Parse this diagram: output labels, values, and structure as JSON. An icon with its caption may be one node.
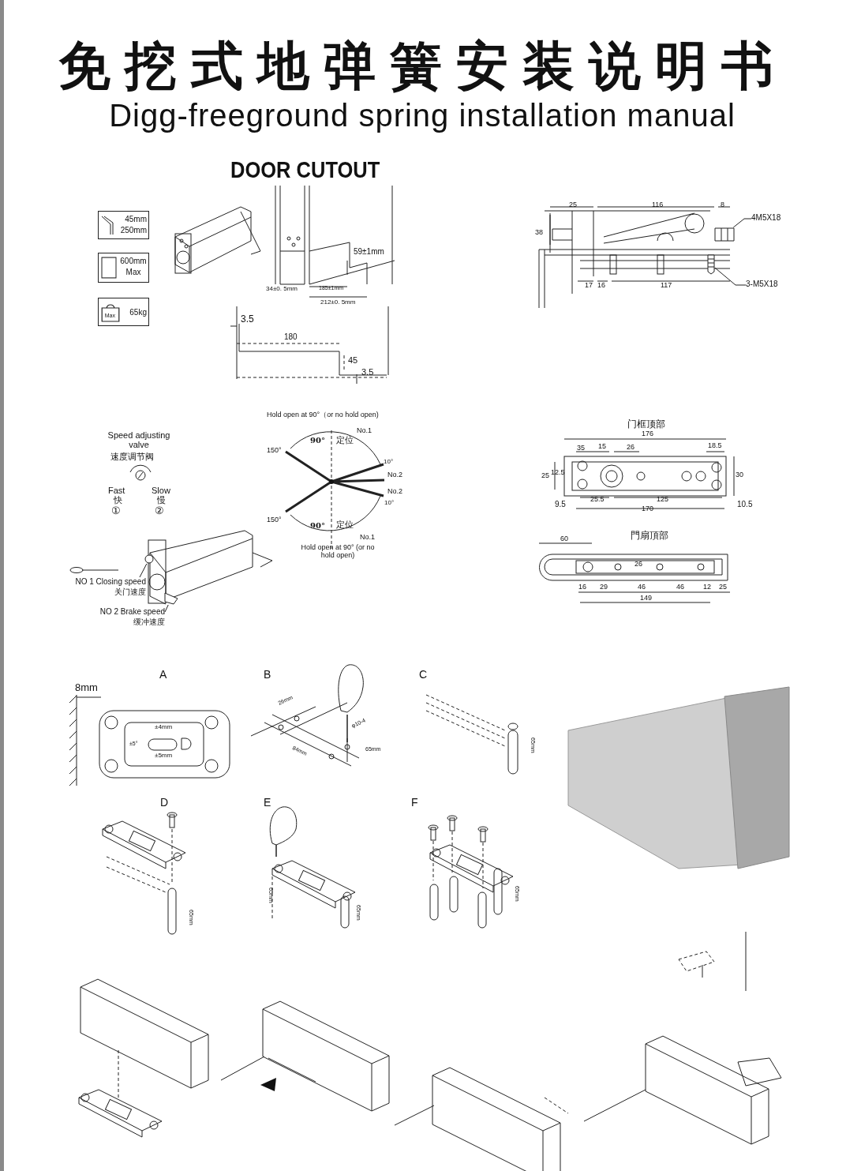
{
  "diagram": {
    "title": "免挖式地弹簧安装说明书",
    "nodes": [
      {
        "text": [
          "45mm 250mm"
        ]
      },
      {
        "text": [
          "600mm Max"
        ]
      },
      {
        "text": [
          "Max",
          "65kg"
        ]
      },
      {
        "text": [
          "4M5X18"
        ]
      },
      {
        "text": [
          "3-M5X18"
        ]
      },
      {
        "text": [
          "NO 1 Closing speed",
          "关门速度"
        ]
      },
      {
        "text": [
          "NO 2 Brake speed",
          "缓冲速度"
        ]
      },
      {
        "text": [],
        "shape": "picture"
      },
      {
        "text": [],
        "shape": "picture"
      },
      {
        "text": [],
        "shape": "circle"
      },
      {
        "text": [],
        "shape": "picture"
      }
    ],
    "edges": [
      {
        "from": 3,
        "to": 7,
        "arrow": "none"
      },
      {
        "from": 4,
        "to": 8,
        "arrow": "none"
      },
      {
        "from": 5,
        "to": 9,
        "arrow": "none"
      },
      {
        "from": 6,
        "to": 10,
        "arrow": "none"
      }
    ],
    "labels": [
      "Digg-freeground spring installation manual",
      "DOOR CUTOUT",
      "59±1mm",
      "34±0. 5mm",
      "185±1mm",
      "212±0. 5mm",
      "3.5",
      "180",
      "45",
      "3.5",
      "25",
      "116",
      "8",
      "38",
      "17",
      "16",
      "117",
      "Speed adjusting valve",
      "速度调节阀",
      "Fast",
      "快",
      "①",
      "Slow",
      "慢",
      "②",
      "Hold open at 90°（or no hold open)",
      "No.1",
      "90°",
      "定位",
      "150°",
      "10°",
      "No.2",
      "No.2",
      "10°",
      "150°",
      "90°",
      "定位",
      "No.1",
      "Hold open at 90° (or no hold open)",
      "门框顶部",
      "176",
      "35",
      "15",
      "26",
      "18.5",
      "25",
      "12.5",
      "30",
      "9.5",
      "25.5",
      "125",
      "10.5",
      "170",
      "門扇頂部",
      "60",
      "26",
      "16",
      "29",
      "46",
      "46",
      "12",
      "25",
      "149",
      "A",
      "8mm",
      "±4mm",
      "±5°",
      "±5mm",
      "B",
      "26mm",
      "φ10-4",
      "84mm",
      "65mm",
      "C",
      "65mm",
      "D",
      "65mm",
      "E",
      "65mm",
      "65mm",
      "F",
      "65mm"
    ]
  }
}
